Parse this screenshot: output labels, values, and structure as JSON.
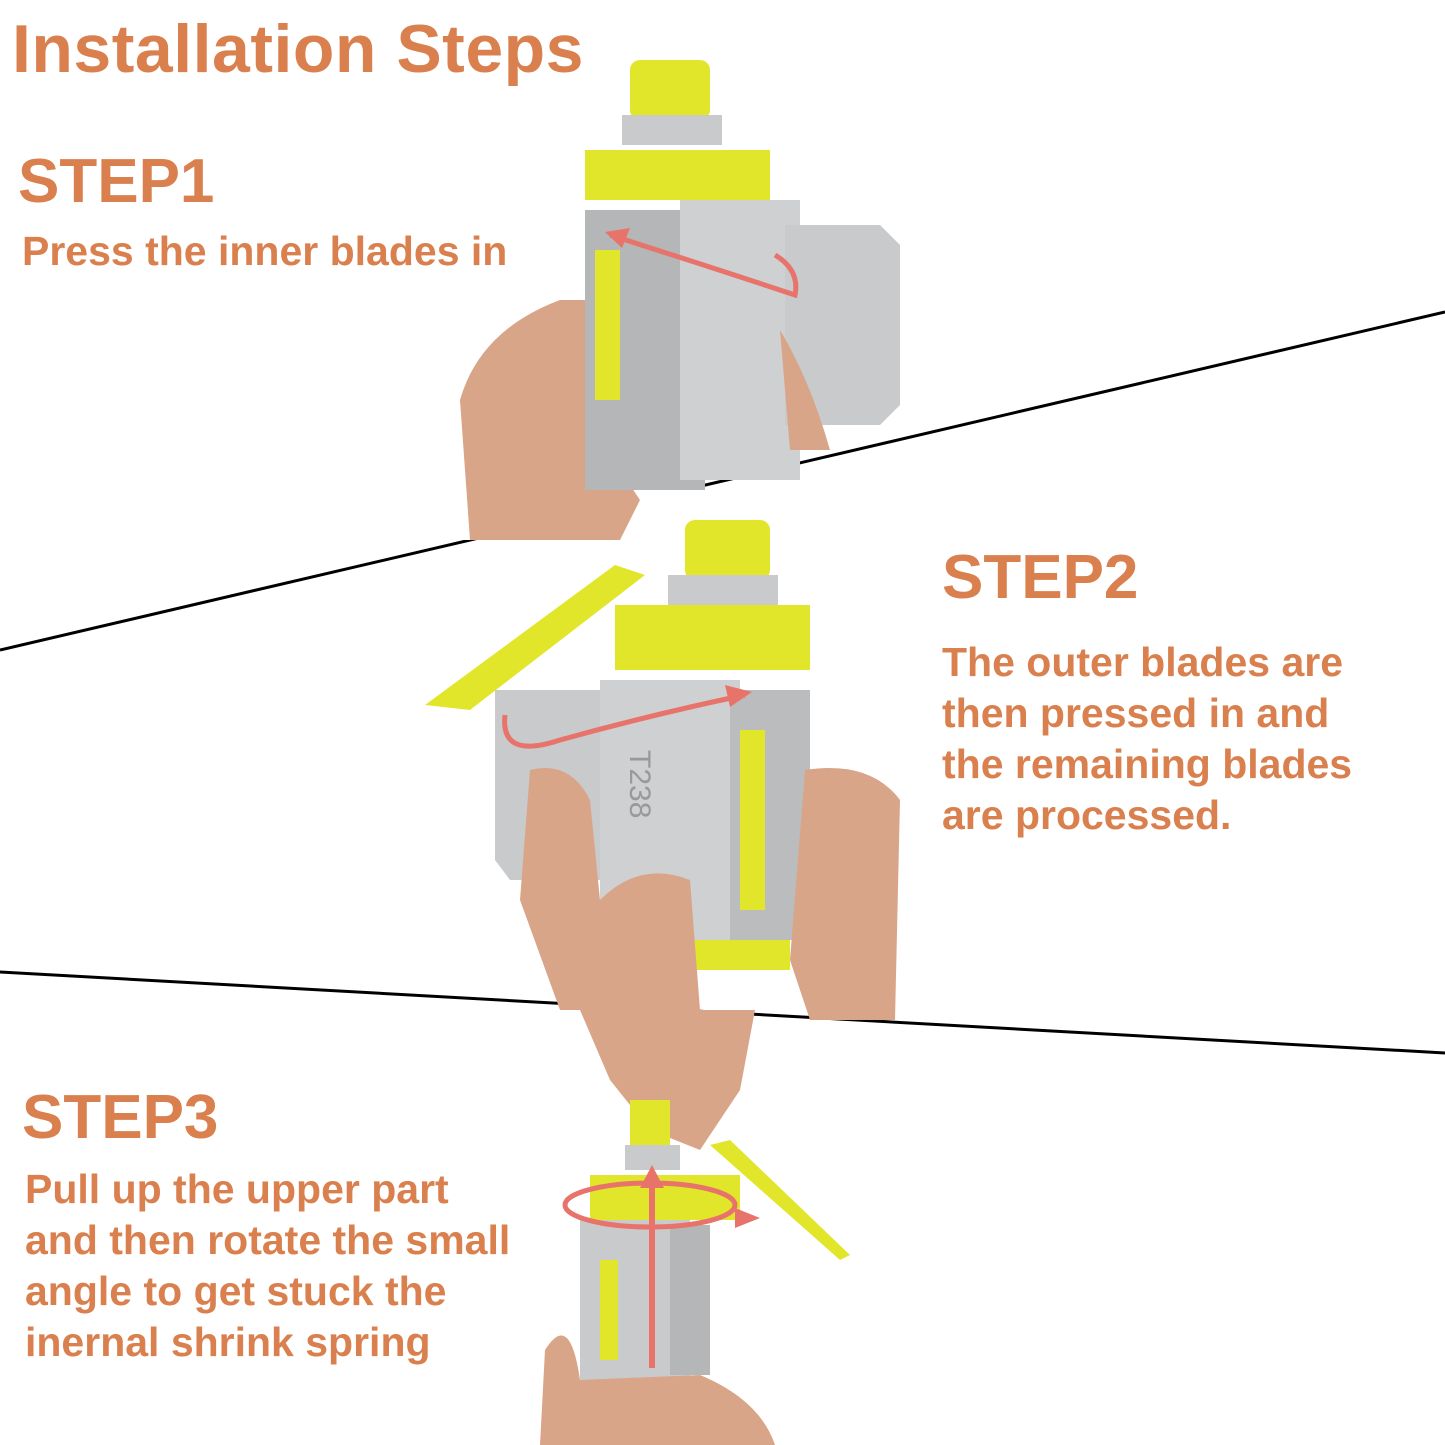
{
  "title": "Installation Steps",
  "colors": {
    "text": "#D9804E",
    "yellow": "#E2E62A",
    "gray": "#C9CACB",
    "arrow": "#E8736A"
  },
  "steps": [
    {
      "label": "STEP1",
      "lines": [
        "Press the inner blades in"
      ]
    },
    {
      "label": "STEP2",
      "lines": [
        "The outer blades are",
        "then pressed in and",
        "the remaining blades",
        "are processed."
      ]
    },
    {
      "label": "STEP3",
      "lines": [
        "Pull up the upper part",
        "and then rotate the small",
        "angle to get stuck the",
        "inernal shrink spring"
      ]
    }
  ],
  "product_marking": "T238"
}
